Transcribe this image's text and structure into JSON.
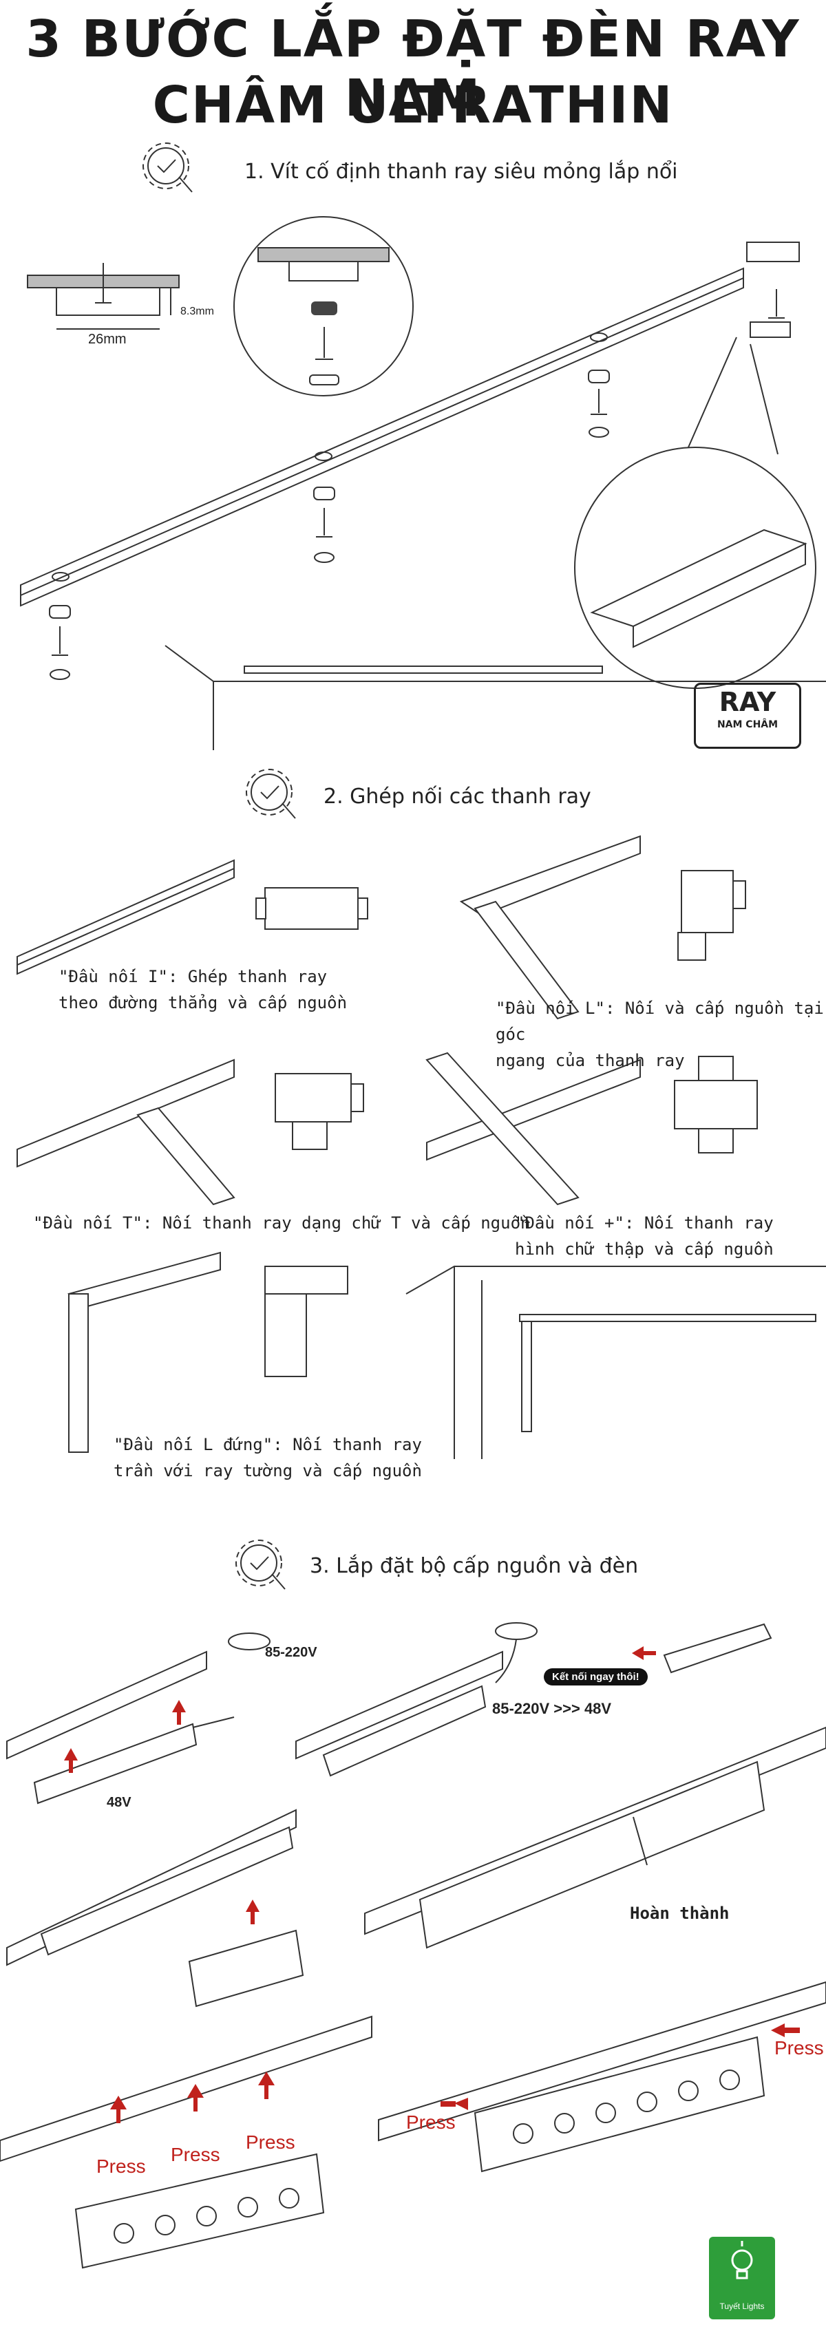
{
  "header": {
    "line1": "3 BƯỚC LẮP ĐẶT ĐÈN RAY NAM",
    "line2": "CHÂM ULTRATHIN"
  },
  "step1": {
    "title": "1. Vít cố định thanh ray siêu mỏng lắp nổi",
    "dim_width": "26mm",
    "dim_height": "8.3mm",
    "logo_top": "RAY",
    "logo_bottom": "NAM CHÂM"
  },
  "step2": {
    "title": "2. Ghép nối các thanh ray",
    "cap_i": "\"Đầu nối I\": Ghép thanh ray\ntheo đường thẳng và cấp nguồn",
    "cap_l": "\"Đầu nối L\": Nối và cấp nguồn tại góc\nngang của thanh ray",
    "cap_t": "\"Đầu nối T\": Nối thanh ray dạng chữ T và cấp nguồn",
    "cap_plus": "\"Đầu nối +\": Nối thanh ray\nhình chữ thập và cấp nguồn",
    "cap_lv": "\"Đầu nối L đứng\": Nối thanh ray\ntrần với ray tường và cấp nguồn"
  },
  "step3": {
    "title": "3. Lắp đặt bộ cấp nguồn và đèn",
    "volt_in": "85-220V",
    "volt_out": "48V",
    "badge": "Kết nối ngay thôi!",
    "volt_conv": "85-220V >>> 48V",
    "done": "Hoàn thành",
    "press": "Press"
  },
  "brand": {
    "name": "Tuyết Lights"
  },
  "colors": {
    "accent_red": "#c0211c",
    "brand_green": "#2e9e3a",
    "ink": "#222222"
  }
}
